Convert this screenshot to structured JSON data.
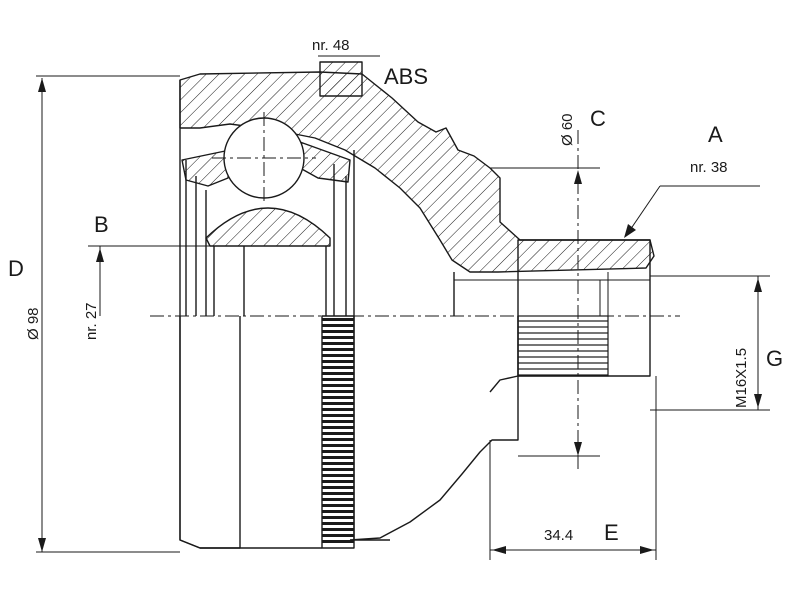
{
  "labels": {
    "abs_nr": "nr. 48",
    "abs": "ABS",
    "c_dim": "Ø 60",
    "c_letter": "C",
    "a_letter": "A",
    "a_nr": "nr. 38",
    "b_letter": "B",
    "b_nr": "nr. 27",
    "d_letter": "D",
    "d_dim": "Ø 98",
    "g_dim": "M16X1.5",
    "g_letter": "G",
    "e_dim": "34.4",
    "e_letter": "E"
  },
  "colors": {
    "line": "#1a1a1a",
    "background": "#ffffff"
  }
}
